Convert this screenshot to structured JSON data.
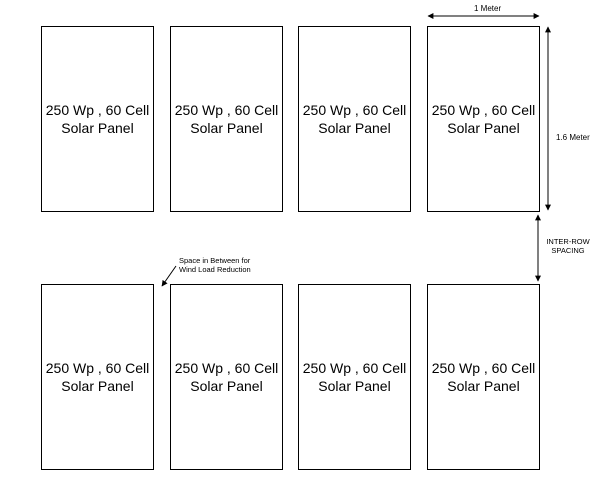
{
  "panel_label": {
    "line1": "250 Wp , 60 Cell",
    "line2": "Solar Panel"
  },
  "rows": [
    {
      "panels": [
        {},
        {},
        {},
        {}
      ]
    },
    {
      "panels": [
        {},
        {},
        {},
        {}
      ]
    }
  ],
  "dimensions": {
    "width": "1 Meter",
    "height": "1.6 Meter",
    "inter_row_spacing_line1": "INTER-ROW",
    "inter_row_spacing_line2": "SPACING"
  },
  "annotation": {
    "line1": "Space in Between for",
    "line2": "Wind Load Reduction"
  }
}
